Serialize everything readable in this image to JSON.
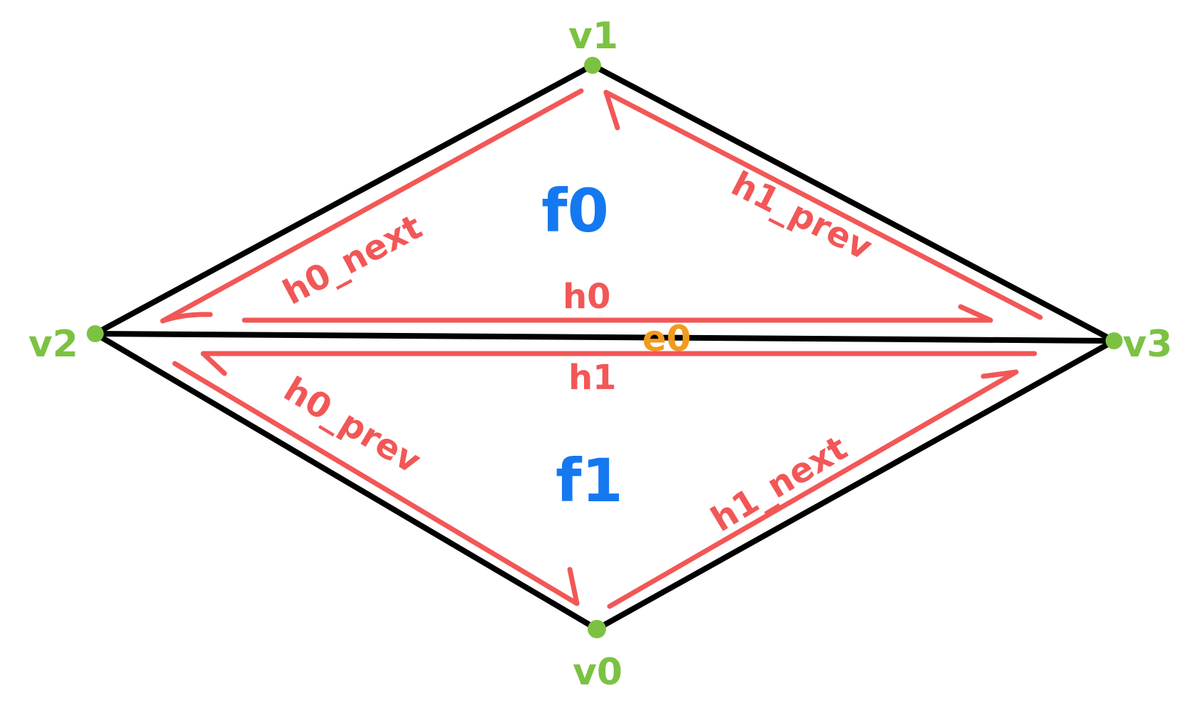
{
  "colors": {
    "edge": "#000000",
    "half_edge": "#f25757",
    "vertex": "#7cc242",
    "face": "#1478f0",
    "edge_label": "#f29a1e"
  },
  "vertices": {
    "v0": "v0",
    "v1": "v1",
    "v2": "v2",
    "v3": "v3"
  },
  "faces": {
    "f0": "f0",
    "f1": "f1"
  },
  "edge": {
    "e0": "e0"
  },
  "half_edges": {
    "h0": "h0",
    "h1": "h1",
    "h0_next": "h0_next",
    "h0_prev": "h0_prev",
    "h1_next": "h1_next",
    "h1_prev": "h1_prev"
  }
}
